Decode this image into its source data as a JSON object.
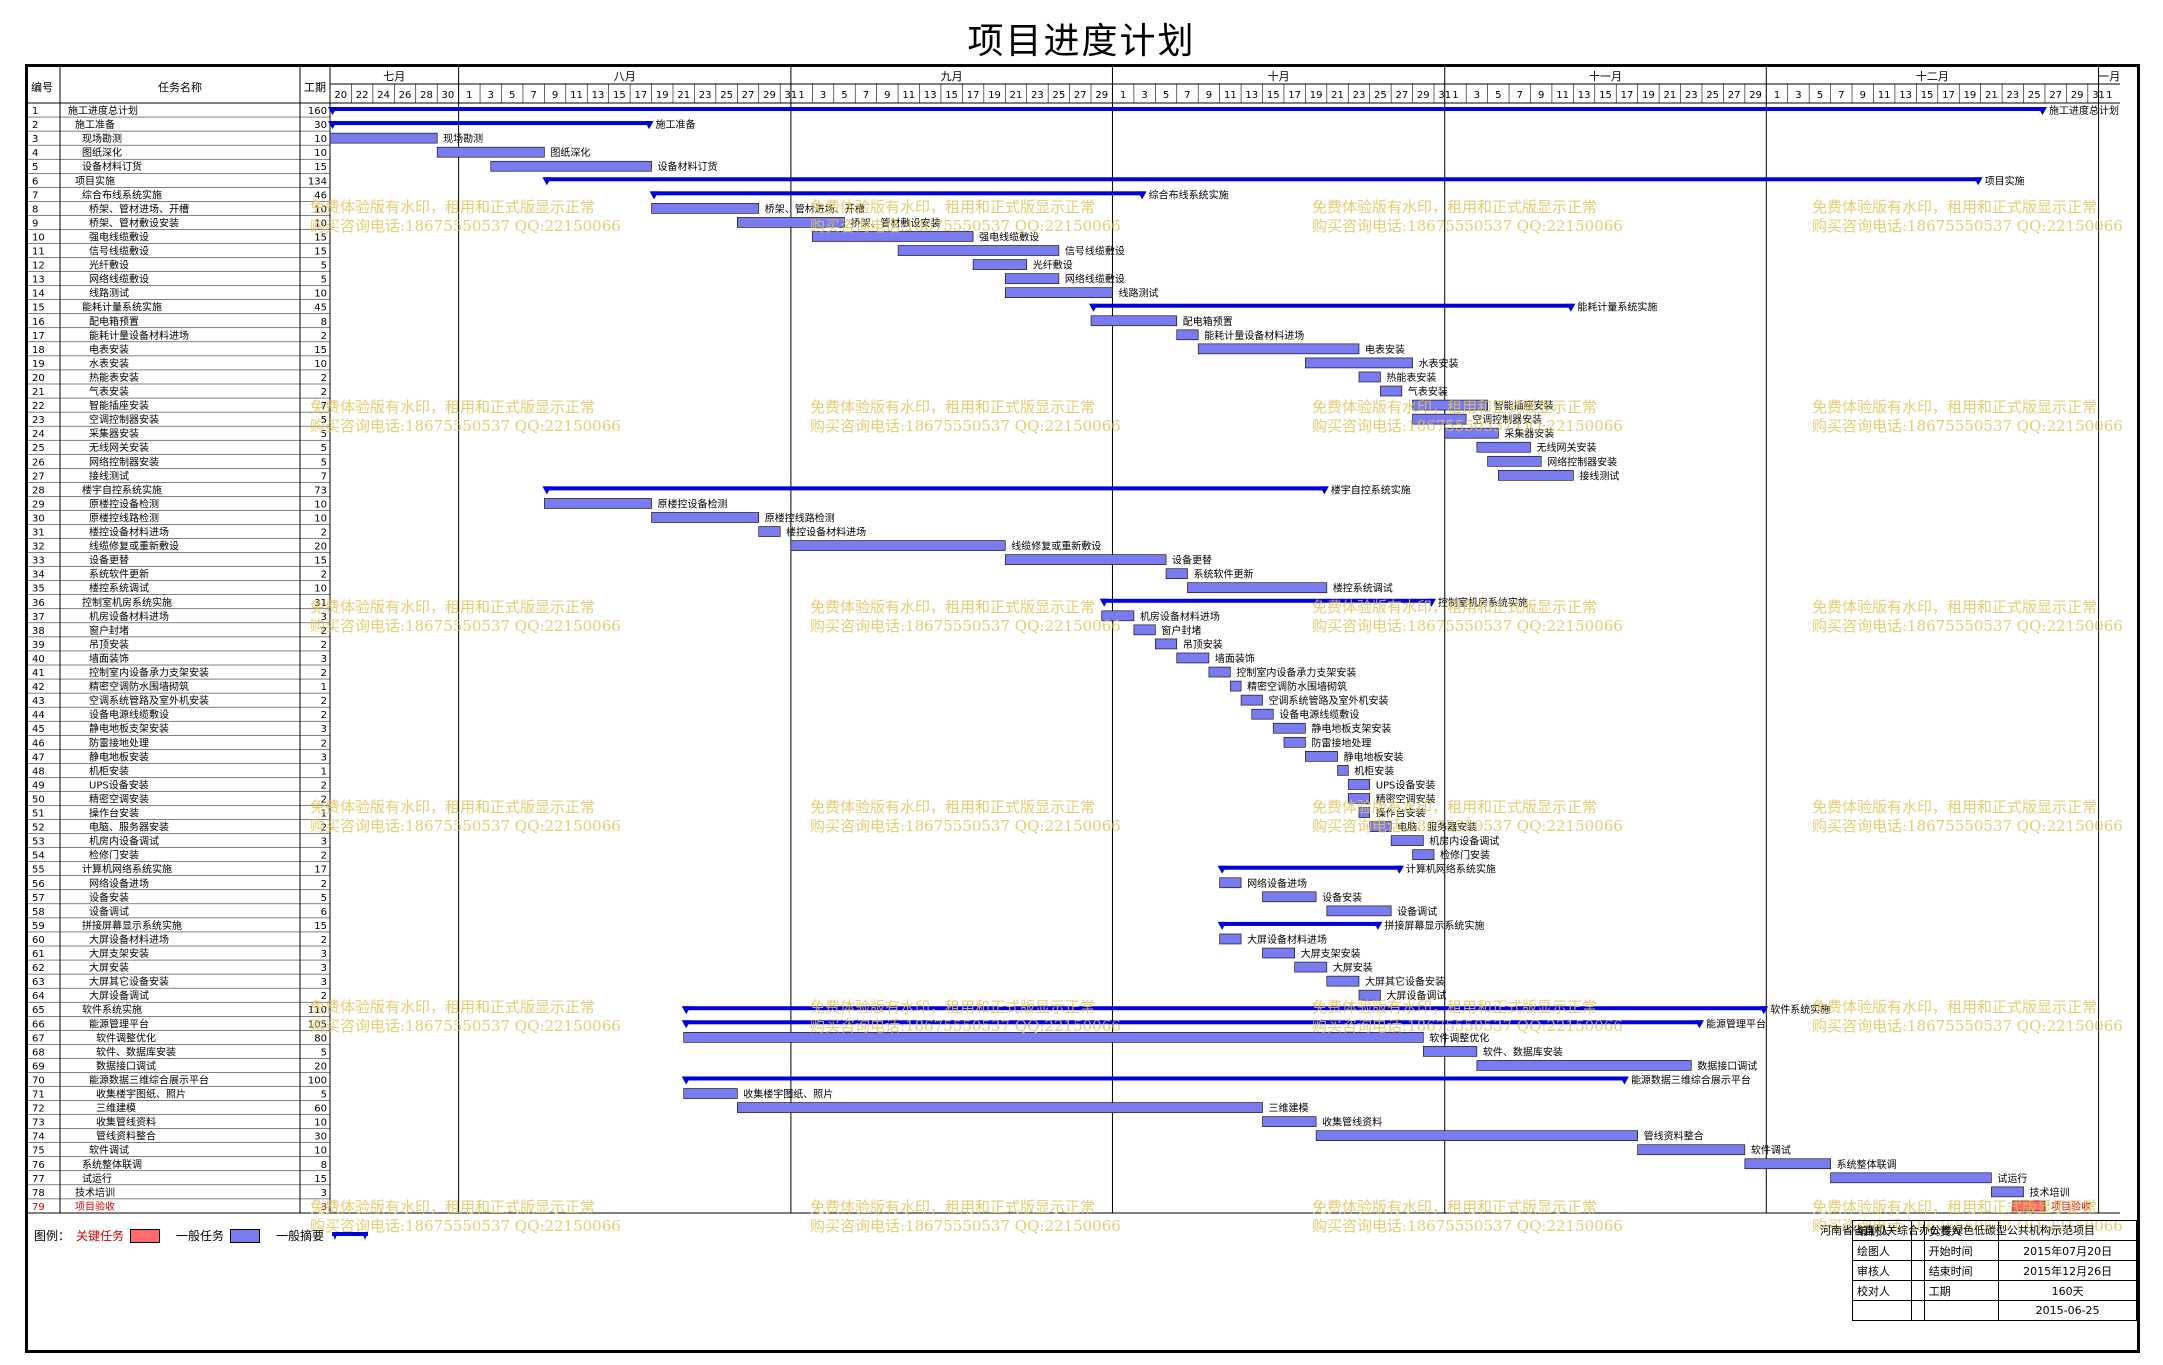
{
  "title": "项目进度计划",
  "header": {
    "col_no": "编号",
    "col_name": "任务名称",
    "col_dur": "工期"
  },
  "months": [
    {
      "label": "七月",
      "start": "2015-07-20",
      "end": "2015-07-31"
    },
    {
      "label": "八月",
      "start": "2015-08-01",
      "end": "2015-08-31"
    },
    {
      "label": "九月",
      "start": "2015-09-01",
      "end": "2015-09-30"
    },
    {
      "label": "十月",
      "start": "2015-10-01",
      "end": "2015-10-31"
    },
    {
      "label": "十一月",
      "start": "2015-11-01",
      "end": "2015-11-30"
    },
    {
      "label": "十二月",
      "start": "2015-12-01",
      "end": "2015-12-31"
    },
    {
      "label": "一月",
      "start": "2016-01-01",
      "end": "2016-01-02"
    }
  ],
  "chart_data": {
    "type": "gantt",
    "x_range": [
      "2015-07-20",
      "2016-01-02"
    ],
    "tasks": [
      {
        "id": "1",
        "name": "施工进度总计划",
        "dur": 160,
        "start": "2015-07-20",
        "end": "2015-12-26",
        "kind": "summary",
        "label": "施工进度总计划",
        "level": 0
      },
      {
        "id": "2",
        "name": "施工准备",
        "dur": 30,
        "start": "2015-07-20",
        "end": "2015-08-18",
        "kind": "summary",
        "label": "施工准备",
        "level": 1
      },
      {
        "id": "3",
        "name": "现场勘测",
        "dur": 10,
        "start": "2015-07-20",
        "end": "2015-07-29",
        "kind": "task",
        "label": "现场勘测",
        "level": 2
      },
      {
        "id": "4",
        "name": "图纸深化",
        "dur": 10,
        "start": "2015-07-30",
        "end": "2015-08-08",
        "kind": "task",
        "label": "图纸深化",
        "level": 2
      },
      {
        "id": "5",
        "name": "设备材料订货",
        "dur": 15,
        "start": "2015-08-04",
        "end": "2015-08-18",
        "kind": "task",
        "label": "设备材料订货",
        "level": 2
      },
      {
        "id": "6",
        "name": "项目实施",
        "dur": 134,
        "start": "2015-08-09",
        "end": "2015-12-20",
        "kind": "summary",
        "label": "项目实施",
        "level": 1
      },
      {
        "id": "7",
        "name": "综合布线系统实施",
        "dur": 46,
        "start": "2015-08-19",
        "end": "2015-10-03",
        "kind": "summary",
        "label": "综合布线系统实施",
        "level": 2
      },
      {
        "id": "8",
        "name": "桥架、管材进场、开槽",
        "dur": 10,
        "start": "2015-08-19",
        "end": "2015-08-28",
        "kind": "task",
        "label": "桥架、管材进场、开槽",
        "level": 3
      },
      {
        "id": "9",
        "name": "桥架、管材敷设安装",
        "dur": 10,
        "start": "2015-08-27",
        "end": "2015-09-05",
        "kind": "task",
        "label": "桥架、管材敷设安装",
        "level": 3
      },
      {
        "id": "10",
        "name": "强电线缆敷设",
        "dur": 15,
        "start": "2015-09-03",
        "end": "2015-09-17",
        "kind": "task",
        "label": "强电线缆敷设",
        "level": 3
      },
      {
        "id": "11",
        "name": "信号线缆敷设",
        "dur": 15,
        "start": "2015-09-11",
        "end": "2015-09-25",
        "kind": "task",
        "label": "信号线缆敷设",
        "level": 3
      },
      {
        "id": "12",
        "name": "光纤敷设",
        "dur": 5,
        "start": "2015-09-18",
        "end": "2015-09-22",
        "kind": "task",
        "label": "光纤敷设",
        "level": 3
      },
      {
        "id": "13",
        "name": "网络线缆敷设",
        "dur": 5,
        "start": "2015-09-21",
        "end": "2015-09-25",
        "kind": "task",
        "label": "网络线缆敷设",
        "level": 3
      },
      {
        "id": "14",
        "name": "线路测试",
        "dur": 10,
        "start": "2015-09-21",
        "end": "2015-09-30",
        "kind": "task",
        "label": "线路测试",
        "level": 3
      },
      {
        "id": "15",
        "name": "能耗计量系统实施",
        "dur": 45,
        "start": "2015-09-29",
        "end": "2015-11-12",
        "kind": "summary",
        "label": "能耗计量系统实施",
        "level": 2
      },
      {
        "id": "16",
        "name": "配电箱预置",
        "dur": 8,
        "start": "2015-09-29",
        "end": "2015-10-06",
        "kind": "task",
        "label": "配电箱预置",
        "level": 3
      },
      {
        "id": "17",
        "name": "能耗计量设备材料进场",
        "dur": 2,
        "start": "2015-10-07",
        "end": "2015-10-08",
        "kind": "task",
        "label": "能耗计量设备材料进场",
        "level": 3
      },
      {
        "id": "18",
        "name": "电表安装",
        "dur": 15,
        "start": "2015-10-09",
        "end": "2015-10-23",
        "kind": "task",
        "label": "电表安装",
        "level": 3
      },
      {
        "id": "19",
        "name": "水表安装",
        "dur": 10,
        "start": "2015-10-19",
        "end": "2015-10-28",
        "kind": "task",
        "label": "水表安装",
        "level": 3
      },
      {
        "id": "20",
        "name": "热能表安装",
        "dur": 2,
        "start": "2015-10-24",
        "end": "2015-10-25",
        "kind": "task",
        "label": "热能表安装",
        "level": 3
      },
      {
        "id": "21",
        "name": "气表安装",
        "dur": 2,
        "start": "2015-10-26",
        "end": "2015-10-27",
        "kind": "task",
        "label": "气表安装",
        "level": 3
      },
      {
        "id": "22",
        "name": "智能插座安装",
        "dur": 7,
        "start": "2015-10-29",
        "end": "2015-11-04",
        "kind": "task",
        "label": "智能插座安装",
        "level": 3
      },
      {
        "id": "23",
        "name": "空调控制器安装",
        "dur": 5,
        "start": "2015-10-29",
        "end": "2015-11-02",
        "kind": "task",
        "label": "空调控制器安装",
        "level": 3
      },
      {
        "id": "24",
        "name": "采集器安装",
        "dur": 5,
        "start": "2015-11-01",
        "end": "2015-11-05",
        "kind": "task",
        "label": "采集器安装",
        "level": 3
      },
      {
        "id": "25",
        "name": "无线网关安装",
        "dur": 5,
        "start": "2015-11-04",
        "end": "2015-11-08",
        "kind": "task",
        "label": "无线网关安装",
        "level": 3
      },
      {
        "id": "26",
        "name": "网络控制器安装",
        "dur": 5,
        "start": "2015-11-05",
        "end": "2015-11-09",
        "kind": "task",
        "label": "网络控制器安装",
        "level": 3
      },
      {
        "id": "27",
        "name": "接线测试",
        "dur": 7,
        "start": "2015-11-06",
        "end": "2015-11-12",
        "kind": "task",
        "label": "接线测试",
        "level": 3
      },
      {
        "id": "28",
        "name": "楼宇自控系统实施",
        "dur": 73,
        "start": "2015-08-09",
        "end": "2015-10-20",
        "kind": "summary",
        "label": "楼宇自控系统实施",
        "level": 2
      },
      {
        "id": "29",
        "name": "原楼控设备检测",
        "dur": 10,
        "start": "2015-08-09",
        "end": "2015-08-18",
        "kind": "task",
        "label": "原楼控设备检测",
        "level": 3
      },
      {
        "id": "30",
        "name": "原楼控线路检测",
        "dur": 10,
        "start": "2015-08-19",
        "end": "2015-08-28",
        "kind": "task",
        "label": "原楼控线路检测",
        "level": 3
      },
      {
        "id": "31",
        "name": "楼控设备材料进场",
        "dur": 2,
        "start": "2015-08-29",
        "end": "2015-08-30",
        "kind": "task",
        "label": "楼控设备材料进场",
        "level": 3
      },
      {
        "id": "32",
        "name": "线缆修复或重新敷设",
        "dur": 20,
        "start": "2015-09-01",
        "end": "2015-09-20",
        "kind": "task",
        "label": "线缆修复或重新敷设",
        "level": 3
      },
      {
        "id": "33",
        "name": "设备更替",
        "dur": 15,
        "start": "2015-09-21",
        "end": "2015-10-05",
        "kind": "task",
        "label": "设备更替",
        "level": 3
      },
      {
        "id": "34",
        "name": "系统软件更新",
        "dur": 2,
        "start": "2015-10-06",
        "end": "2015-10-07",
        "kind": "task",
        "label": "系统软件更新",
        "level": 3
      },
      {
        "id": "35",
        "name": "楼控系统调试",
        "dur": 10,
        "start": "2015-10-08",
        "end": "2015-10-20",
        "kind": "task",
        "label": "楼控系统调试",
        "level": 3
      },
      {
        "id": "36",
        "name": "控制室机房系统实施",
        "dur": 31,
        "start": "2015-09-30",
        "end": "2015-10-30",
        "kind": "summary",
        "label": "控制室机房系统实施",
        "level": 2
      },
      {
        "id": "37",
        "name": "机房设备材料进场",
        "dur": 3,
        "start": "2015-09-30",
        "end": "2015-10-02",
        "kind": "task",
        "label": "机房设备材料进场",
        "level": 3
      },
      {
        "id": "38",
        "name": "窗户封堵",
        "dur": 2,
        "start": "2015-10-03",
        "end": "2015-10-04",
        "kind": "task",
        "label": "窗户封堵",
        "level": 3
      },
      {
        "id": "39",
        "name": "吊顶安装",
        "dur": 2,
        "start": "2015-10-05",
        "end": "2015-10-06",
        "kind": "task",
        "label": "吊顶安装",
        "level": 3
      },
      {
        "id": "40",
        "name": "墙面装饰",
        "dur": 3,
        "start": "2015-10-07",
        "end": "2015-10-09",
        "kind": "task",
        "label": "墙面装饰",
        "level": 3
      },
      {
        "id": "41",
        "name": "控制室内设备承力支架安装",
        "dur": 2,
        "start": "2015-10-10",
        "end": "2015-10-11",
        "kind": "task",
        "label": "控制室内设备承力支架安装",
        "level": 3
      },
      {
        "id": "42",
        "name": "精密空调防水围墙砌筑",
        "dur": 1,
        "start": "2015-10-12",
        "end": "2015-10-12",
        "kind": "task",
        "label": "精密空调防水围墙砌筑",
        "level": 3
      },
      {
        "id": "43",
        "name": "空调系统管路及室外机安装",
        "dur": 2,
        "start": "2015-10-13",
        "end": "2015-10-14",
        "kind": "task",
        "label": "空调系统管路及室外机安装",
        "level": 3
      },
      {
        "id": "44",
        "name": "设备电源线缆敷设",
        "dur": 2,
        "start": "2015-10-14",
        "end": "2015-10-15",
        "kind": "task",
        "label": "设备电源线缆敷设",
        "level": 3
      },
      {
        "id": "45",
        "name": "静电地板支架安装",
        "dur": 3,
        "start": "2015-10-16",
        "end": "2015-10-18",
        "kind": "task",
        "label": "静电地板支架安装",
        "level": 3
      },
      {
        "id": "46",
        "name": "防雷接地处理",
        "dur": 2,
        "start": "2015-10-17",
        "end": "2015-10-18",
        "kind": "task",
        "label": "防雷接地处理",
        "level": 3
      },
      {
        "id": "47",
        "name": "静电地板安装",
        "dur": 3,
        "start": "2015-10-19",
        "end": "2015-10-21",
        "kind": "task",
        "label": "静电地板安装",
        "level": 3
      },
      {
        "id": "48",
        "name": "机柜安装",
        "dur": 1,
        "start": "2015-10-22",
        "end": "2015-10-22",
        "kind": "task",
        "label": "机柜安装",
        "level": 3
      },
      {
        "id": "49",
        "name": "UPS设备安装",
        "dur": 2,
        "start": "2015-10-23",
        "end": "2015-10-24",
        "kind": "task",
        "label": "UPS设备安装",
        "level": 3
      },
      {
        "id": "50",
        "name": "精密空调安装",
        "dur": 2,
        "start": "2015-10-23",
        "end": "2015-10-24",
        "kind": "task",
        "label": "精密空调安装",
        "level": 3
      },
      {
        "id": "51",
        "name": "操作台安装",
        "dur": 1,
        "start": "2015-10-24",
        "end": "2015-10-24",
        "kind": "task",
        "label": "操作台安装",
        "level": 3
      },
      {
        "id": "52",
        "name": "电脑、服务器安装",
        "dur": 2,
        "start": "2015-10-25",
        "end": "2015-10-26",
        "kind": "task",
        "label": "电脑、服务器安装",
        "level": 3
      },
      {
        "id": "53",
        "name": "机房内设备调试",
        "dur": 3,
        "start": "2015-10-27",
        "end": "2015-10-29",
        "kind": "task",
        "label": "机房内设备调试",
        "level": 3
      },
      {
        "id": "54",
        "name": "检修门安装",
        "dur": 2,
        "start": "2015-10-29",
        "end": "2015-10-30",
        "kind": "task",
        "label": "检修门安装",
        "level": 3
      },
      {
        "id": "55",
        "name": "计算机网络系统实施",
        "dur": 17,
        "start": "2015-10-11",
        "end": "2015-10-27",
        "kind": "summary",
        "label": "计算机网络系统实施",
        "level": 2
      },
      {
        "id": "56",
        "name": "网络设备进场",
        "dur": 2,
        "start": "2015-10-11",
        "end": "2015-10-12",
        "kind": "task",
        "label": "网络设备进场",
        "level": 3
      },
      {
        "id": "57",
        "name": "设备安装",
        "dur": 5,
        "start": "2015-10-15",
        "end": "2015-10-19",
        "kind": "task",
        "label": "设备安装",
        "level": 3
      },
      {
        "id": "58",
        "name": "设备调试",
        "dur": 6,
        "start": "2015-10-21",
        "end": "2015-10-26",
        "kind": "task",
        "label": "设备调试",
        "level": 3
      },
      {
        "id": "59",
        "name": "拼接屏幕显示系统实施",
        "dur": 15,
        "start": "2015-10-11",
        "end": "2015-10-25",
        "kind": "summary",
        "label": "拼接屏幕显示系统实施",
        "level": 2
      },
      {
        "id": "60",
        "name": "大屏设备材料进场",
        "dur": 2,
        "start": "2015-10-11",
        "end": "2015-10-12",
        "kind": "task",
        "label": "大屏设备材料进场",
        "level": 3
      },
      {
        "id": "61",
        "name": "大屏支架安装",
        "dur": 3,
        "start": "2015-10-15",
        "end": "2015-10-17",
        "kind": "task",
        "label": "大屏支架安装",
        "level": 3
      },
      {
        "id": "62",
        "name": "大屏安装",
        "dur": 3,
        "start": "2015-10-18",
        "end": "2015-10-20",
        "kind": "task",
        "label": "大屏安装",
        "level": 3
      },
      {
        "id": "63",
        "name": "大屏其它设备安装",
        "dur": 3,
        "start": "2015-10-21",
        "end": "2015-10-23",
        "kind": "task",
        "label": "大屏其它设备安装",
        "level": 3
      },
      {
        "id": "64",
        "name": "大屏设备调试",
        "dur": 2,
        "start": "2015-10-24",
        "end": "2015-10-25",
        "kind": "task",
        "label": "大屏设备调试",
        "level": 3
      },
      {
        "id": "65",
        "name": "软件系统实施",
        "dur": 110,
        "start": "2015-08-22",
        "end": "2015-11-30",
        "kind": "summary",
        "label": "软件系统实施",
        "level": 2
      },
      {
        "id": "66",
        "name": "能源管理平台",
        "dur": 105,
        "start": "2015-08-22",
        "end": "2015-11-24",
        "kind": "summary",
        "label": "能源管理平台",
        "level": 3
      },
      {
        "id": "67",
        "name": "软件调整优化",
        "dur": 80,
        "start": "2015-08-22",
        "end": "2015-10-29",
        "kind": "task",
        "label": "软件调整优化",
        "level": 4
      },
      {
        "id": "68",
        "name": "软件、数据库安装",
        "dur": 5,
        "start": "2015-10-30",
        "end": "2015-11-03",
        "kind": "task",
        "label": "软件、数据库安装",
        "level": 4
      },
      {
        "id": "69",
        "name": "数据接口调试",
        "dur": 20,
        "start": "2015-11-04",
        "end": "2015-11-23",
        "kind": "task",
        "label": "数据接口调试",
        "level": 4
      },
      {
        "id": "70",
        "name": "能源数据三维综合展示平台",
        "dur": 100,
        "start": "2015-08-22",
        "end": "2015-11-17",
        "kind": "summary",
        "label": "能源数据三维综合展示平台",
        "level": 3
      },
      {
        "id": "71",
        "name": "收集楼宇图纸、照片",
        "dur": 5,
        "start": "2015-08-22",
        "end": "2015-08-26",
        "kind": "task",
        "label": "收集楼宇图纸、照片",
        "level": 4
      },
      {
        "id": "72",
        "name": "三维建模",
        "dur": 60,
        "start": "2015-08-27",
        "end": "2015-10-14",
        "kind": "task",
        "label": "三维建模",
        "level": 4
      },
      {
        "id": "73",
        "name": "收集管线资料",
        "dur": 10,
        "start": "2015-10-15",
        "end": "2015-10-19",
        "kind": "task",
        "label": "收集管线资料",
        "level": 4
      },
      {
        "id": "74",
        "name": "管线资料整合",
        "dur": 30,
        "start": "2015-10-20",
        "end": "2015-11-18",
        "kind": "task",
        "label": "管线资料整合",
        "level": 4
      },
      {
        "id": "75",
        "name": "软件调试",
        "dur": 10,
        "start": "2015-11-19",
        "end": "2015-11-28",
        "kind": "task",
        "label": "软件调试",
        "level": 3
      },
      {
        "id": "76",
        "name": "系统整体联调",
        "dur": 8,
        "start": "2015-11-29",
        "end": "2015-12-06",
        "kind": "task",
        "label": "系统整体联调",
        "level": 2
      },
      {
        "id": "77",
        "name": "试运行",
        "dur": 15,
        "start": "2015-12-07",
        "end": "2015-12-21",
        "kind": "task",
        "label": "试运行",
        "level": 2
      },
      {
        "id": "78",
        "name": "技术培训",
        "dur": 3,
        "start": "2015-12-22",
        "end": "2015-12-24",
        "kind": "task",
        "label": "技术培训",
        "level": 1
      },
      {
        "id": "79",
        "name": "项目验收",
        "dur": 3,
        "start": "2015-12-24",
        "end": "2015-12-26",
        "kind": "critical",
        "label": "项目验收",
        "level": 1
      }
    ]
  },
  "watermark": {
    "line1": "免费体验版有水印，租用和正式版显示正常",
    "line2": "购买咨询电话:18675550537 QQ:22150066"
  },
  "legend": {
    "label": "图例：",
    "critical": "关键任务",
    "normal": "一般任务",
    "summary": "一般摘要"
  },
  "colors": {
    "bar": "#7b7bf0",
    "summary": "#0000dd",
    "critical": "#ff6b6b",
    "grid": "#999999"
  },
  "info": {
    "project": "河南省省直机关综合办公楼绿色低碳型公共机构示范项目",
    "rows": [
      {
        "k1": "编制人",
        "v1": "",
        "k2": "负责人",
        "v2": ""
      },
      {
        "k1": "绘图人",
        "v1": "",
        "k2": "开始时间",
        "v2": "2015年07月20日"
      },
      {
        "k1": "审核人",
        "v1": "",
        "k2": "结束时间",
        "v2": "2015年12月26日"
      },
      {
        "k1": "校对人",
        "v1": "",
        "k2": "工期",
        "v2": "160天"
      },
      {
        "k1": "",
        "v1": "",
        "k2": "",
        "v2": "2015-06-25"
      }
    ]
  }
}
